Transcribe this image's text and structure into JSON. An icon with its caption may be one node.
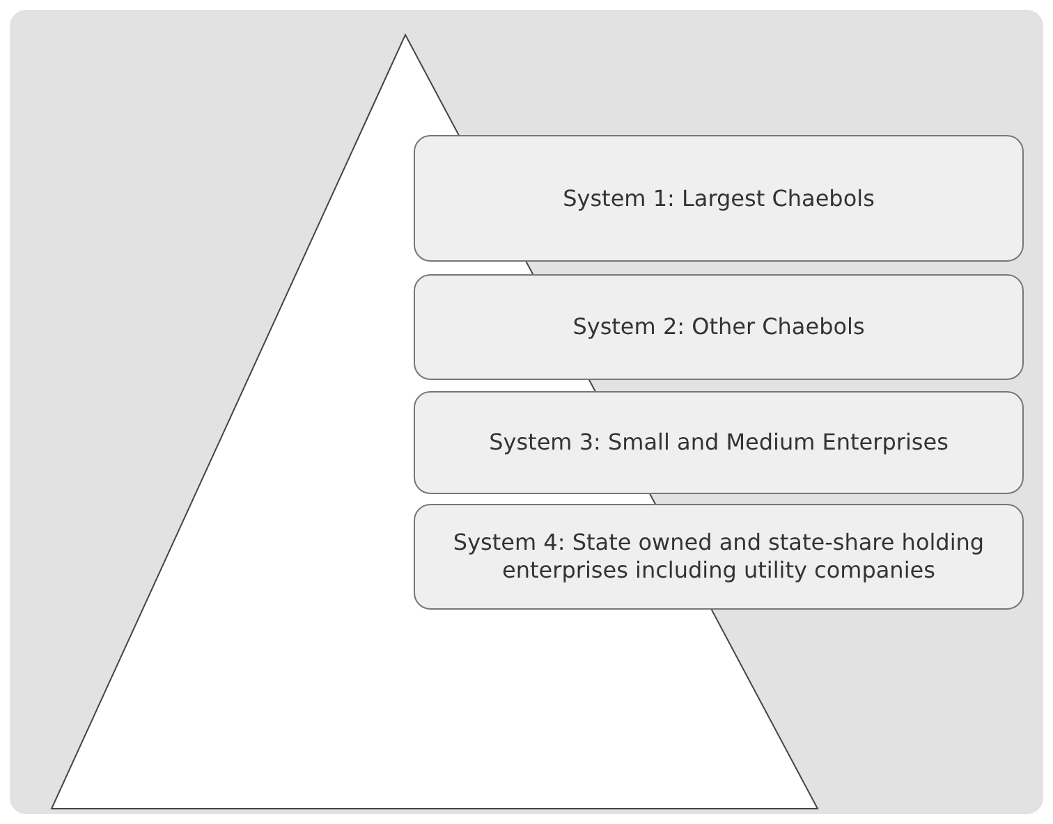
{
  "diagram": {
    "nodes": [
      {
        "text": [
          "System 1: Largest Chaebols"
        ]
      },
      {
        "text": [
          "System 2: Other Chaebols"
        ]
      },
      {
        "text": [
          "System 3: Small and Medium Enterprises"
        ]
      },
      {
        "text": [
          "System 4: State owned and state-share holding enterprises including utility companies"
        ]
      }
    ]
  }
}
